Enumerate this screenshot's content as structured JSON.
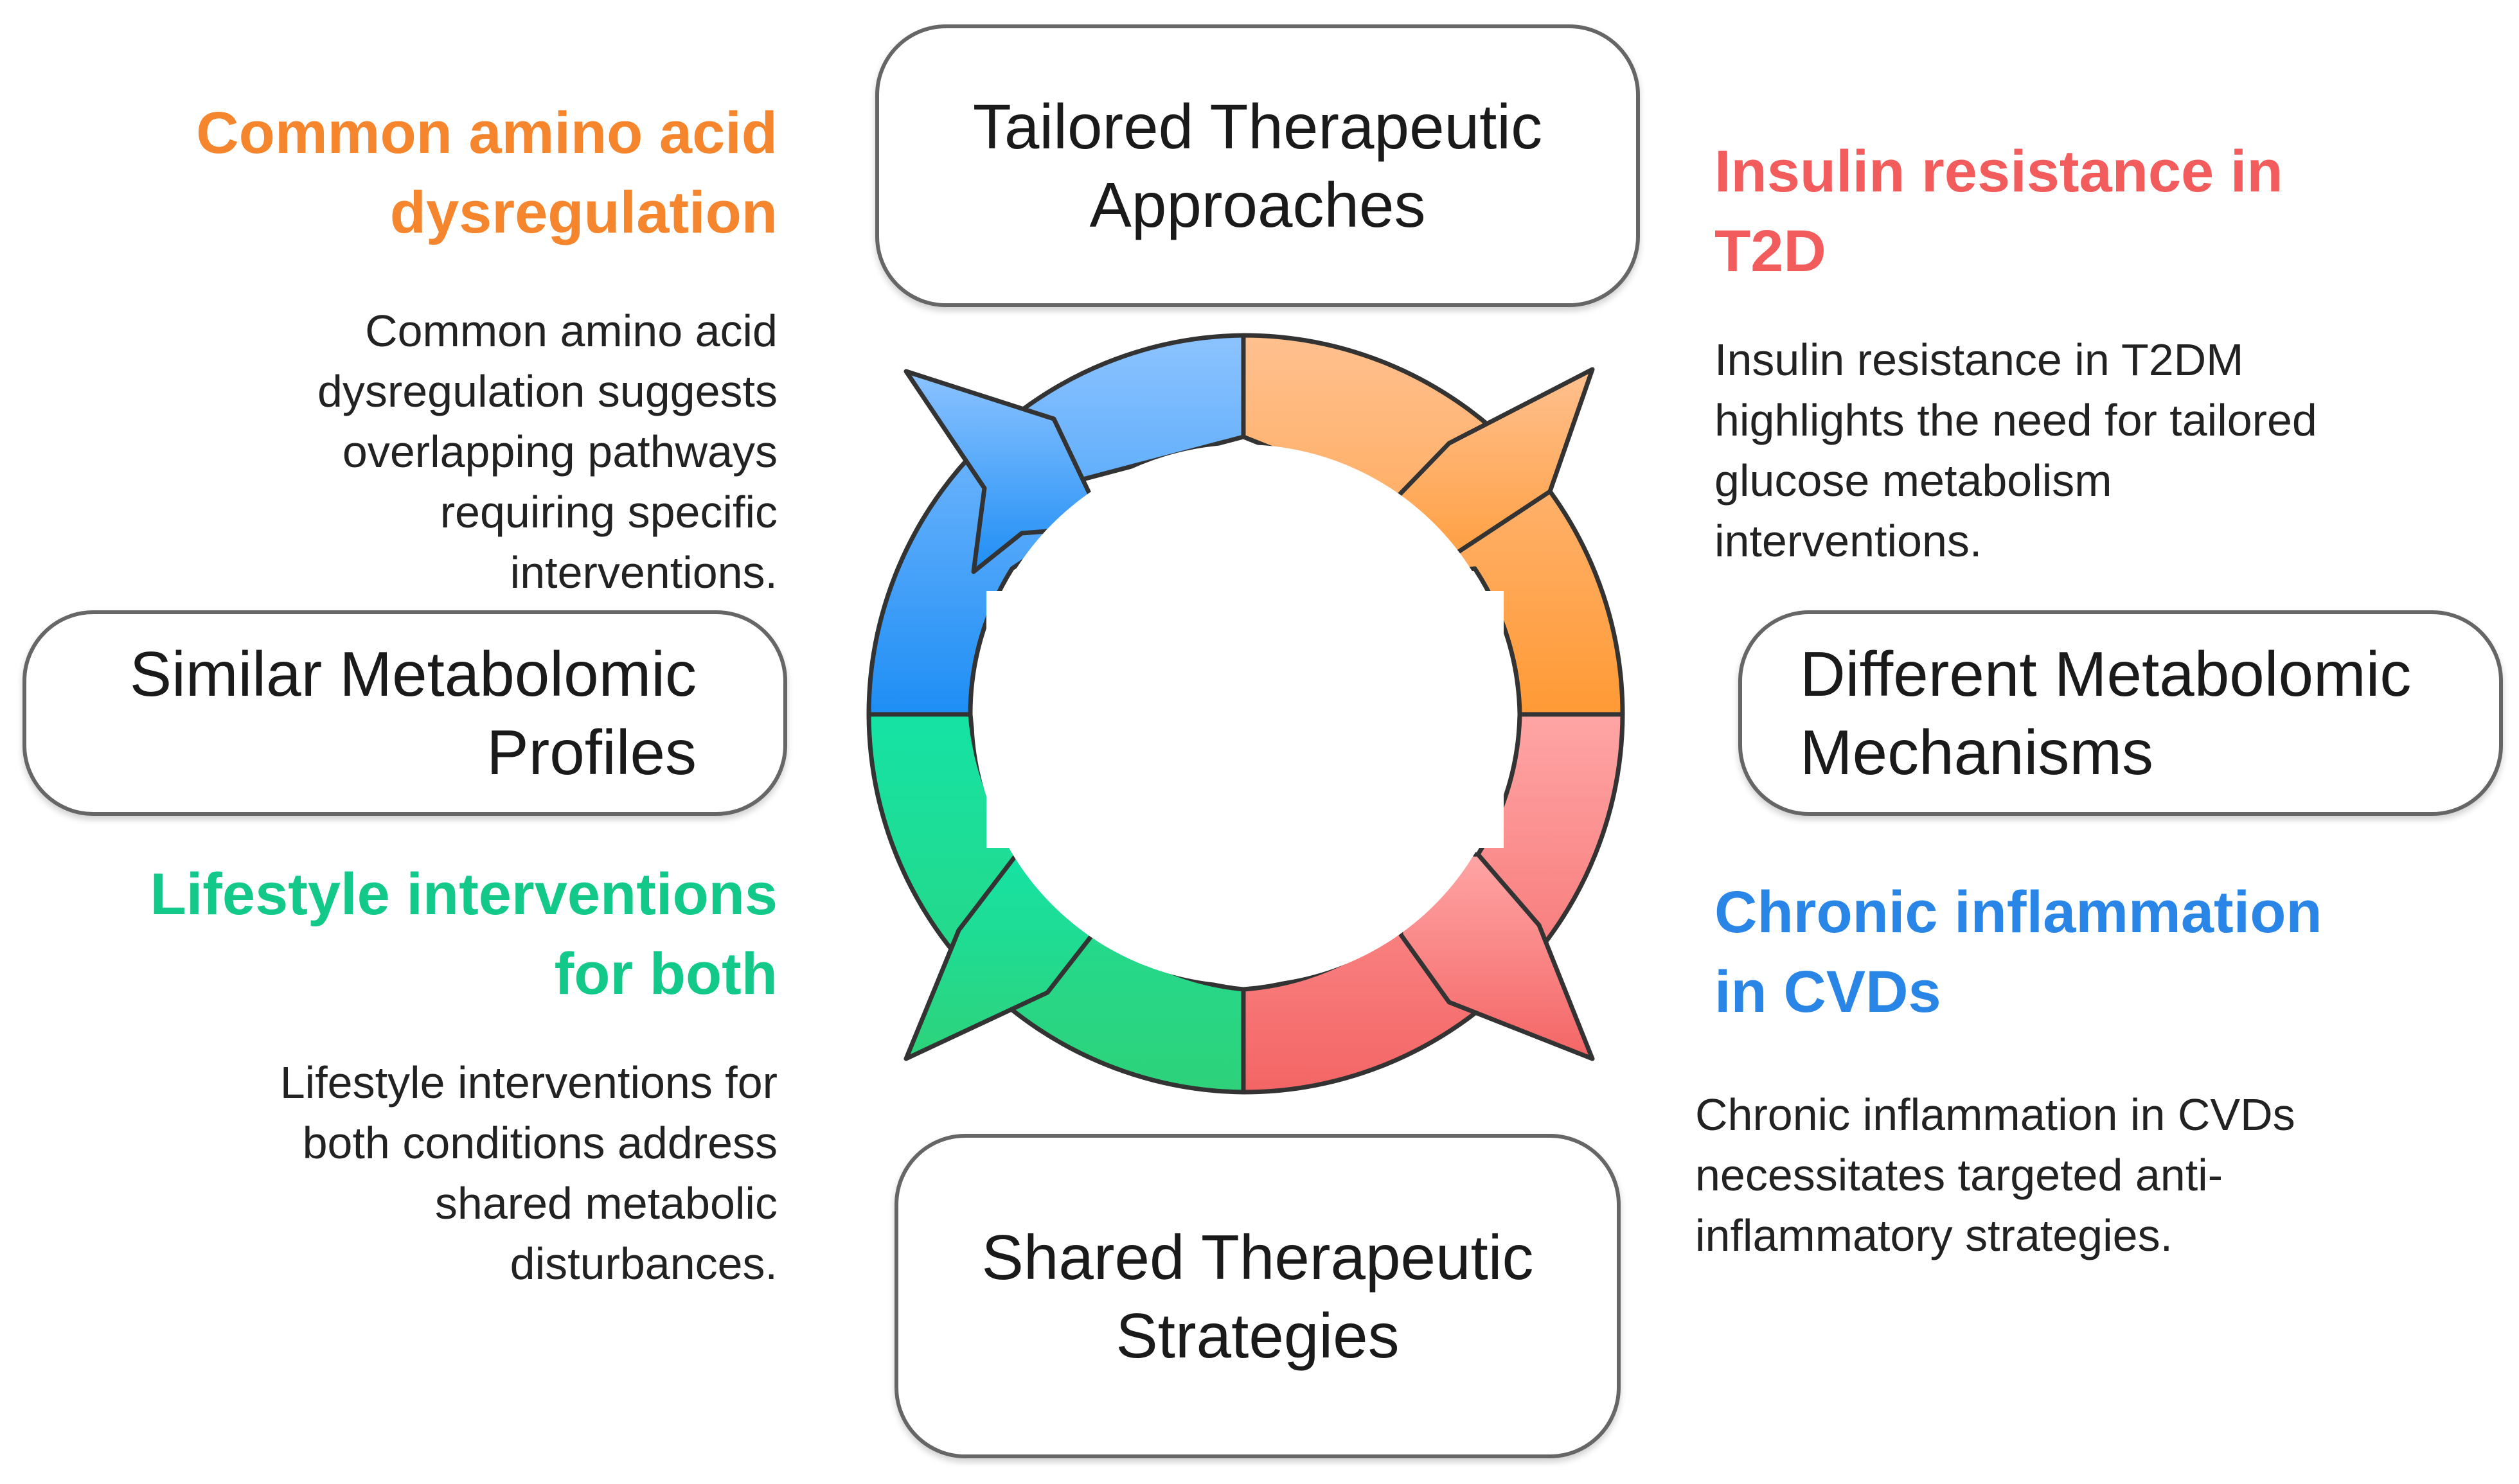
{
  "boxes": {
    "top": "Tailored Therapeutic Approaches",
    "left": "Similar Metabolomic Profiles",
    "right": "Different Metabolomic Mechanisms",
    "bottom": "Shared Therapeutic Strategies"
  },
  "sections": {
    "top_left": {
      "heading": "Common amino acid dysregulation",
      "text": "Common amino acid dysregulation suggests overlapping pathways requiring specific interventions."
    },
    "top_right": {
      "heading": "Insulin resistance in T2D",
      "text": "Insulin resistance in T2DM highlights the need for tailored glucose metabolism interventions."
    },
    "bottom_left": {
      "heading": "Lifestyle interventions for both",
      "text": "Lifestyle interventions for both conditions address shared metabolic disturbances."
    },
    "bottom_right": {
      "heading": "Chronic inflammation in CVDs",
      "text": "Chronic inflammation in CVDs necessitates targeted anti-inflammatory strategies."
    }
  },
  "colors": {
    "orange": "#f5862e",
    "red": "#f25c5c",
    "green": "#13c98a",
    "blue": "#2a86e6"
  }
}
